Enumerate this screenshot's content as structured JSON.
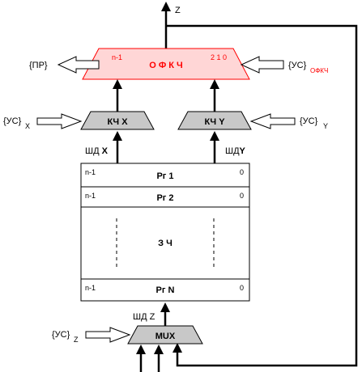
{
  "colors": {
    "alu_stroke": "#ff0000",
    "alu_fill": "#ffd6d6",
    "alu_text": "#ff0000",
    "block_fill": "#c8c8c8",
    "line": "#000000"
  },
  "output": {
    "label": "Z"
  },
  "alu": {
    "msb": "n-1",
    "name": "О Ф К Ч",
    "bits": "2 1 0",
    "left_out": "{ПР}",
    "right_in": "{УС}",
    "right_in_sub": "ОФКЧ"
  },
  "kch_x": {
    "name": "КЧ X",
    "ctrl": "{УС}",
    "ctrl_sub": "X"
  },
  "kch_y": {
    "name": "КЧ Y",
    "ctrl": "{УС}",
    "ctrl_sub": "Y"
  },
  "bus_x": {
    "prefix": "ШД ",
    "bold": "X"
  },
  "bus_y": {
    "prefix": "ШД",
    "bold": "Y"
  },
  "bus_z": {
    "label": "ШД Z"
  },
  "memory": {
    "name": "З Ч",
    "rows": [
      {
        "msb": "n-1",
        "name": "Рг 1",
        "lsb": "0"
      },
      {
        "msb": "n-1",
        "name": "Рг 2",
        "lsb": "0"
      },
      {
        "msb": "n-1",
        "name": "Рг N",
        "lsb": "0"
      }
    ]
  },
  "mux": {
    "name": "MUX",
    "ctrl": "{УС}",
    "ctrl_sub": "Z"
  }
}
